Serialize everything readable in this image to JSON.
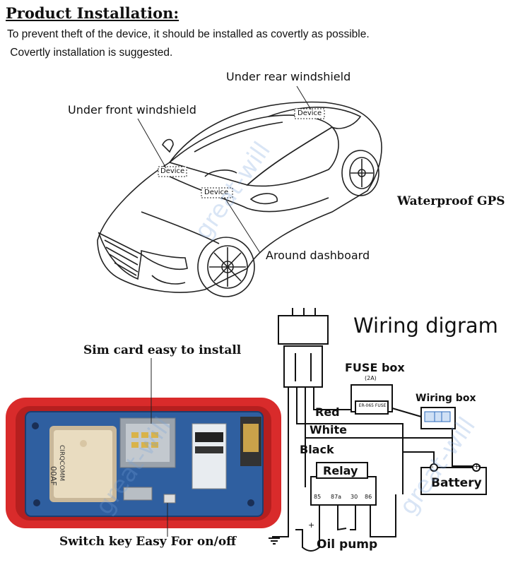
{
  "header": {
    "title": "Product Installation:",
    "line1": "To prevent theft of the device, it should be installed as covertly as possible.",
    "line2": " Covertly installation is suggested."
  },
  "car_diagram": {
    "label_front": "Under front windshield",
    "label_rear": "Under rear windshield",
    "label_dash": "Around dashboard",
    "device_tag": "Device"
  },
  "side_labels": {
    "waterproof": "Waterproof GPS",
    "sim": "Sim card easy to install",
    "switch": "Switch key Easy For on/off"
  },
  "wiring": {
    "title": "Wiring digram",
    "fuse_box": "FUSE box",
    "fuse_amp": "(2A)",
    "fuse_part": "ER-065 FUSE",
    "wiring_box": "Wiring box",
    "red": "Red",
    "white": "White",
    "black": "Black",
    "relay": "Relay",
    "relay_pins": [
      "85",
      "87a",
      "30",
      "86"
    ],
    "battery": "Battery",
    "oil_pump": "Oil pump",
    "plus": "+",
    "minus": "-"
  },
  "pcb": {
    "brand": "CIRQCOMM",
    "code": "00AF"
  },
  "watermark": "great-will",
  "colors": {
    "case_red": "#d92b2b",
    "pcb_blue": "#2f5fa0",
    "antenna": "#e9dcc0"
  }
}
